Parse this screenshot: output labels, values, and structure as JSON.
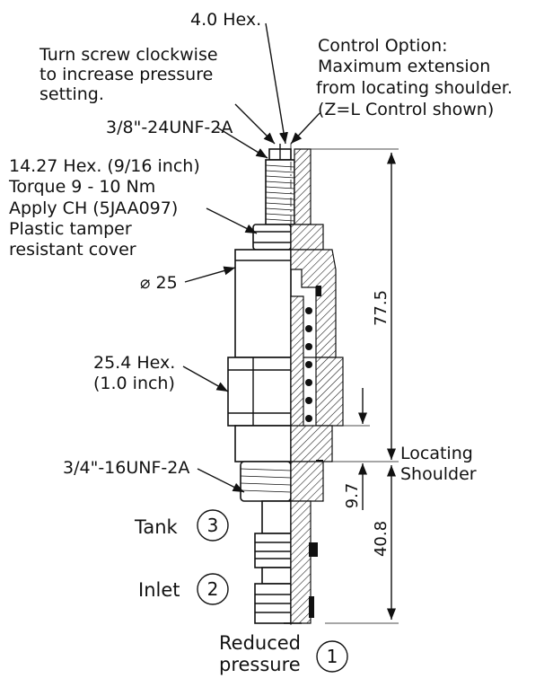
{
  "labels": {
    "hex_top": "4.0 Hex.",
    "turn_screw": [
      "Turn screw clockwise",
      "to increase pressure",
      "setting."
    ],
    "control_option": [
      "Control Option:",
      "Maximum extension",
      "from locating shoulder.",
      "(Z=L Control shown)"
    ],
    "thread_top": "3/8\"-24UNF-2A",
    "hex_nut": [
      "14.27 Hex. (9/16 inch)",
      "Torque 9 - 10 Nm",
      "Apply CH (5JAA097)",
      "Plastic tamper",
      "resistant cover"
    ],
    "diameter": "⌀ 25",
    "hex_body": [
      "25.4 Hex.",
      "(1.0 inch)"
    ],
    "thread_bottom": "3/4\"-16UNF-2A",
    "locating_shoulder": [
      "Locating",
      "Shoulder"
    ]
  },
  "dimensions": {
    "overall": "77.5",
    "shoulder_offset": "9.7",
    "lower": "40.8"
  },
  "ports": [
    {
      "name": "Tank",
      "number": "3"
    },
    {
      "name": "Inlet",
      "number": "2"
    },
    {
      "name": "Reduced pressure",
      "name_lines": [
        "Reduced",
        "pressure"
      ],
      "number": "1"
    }
  ]
}
